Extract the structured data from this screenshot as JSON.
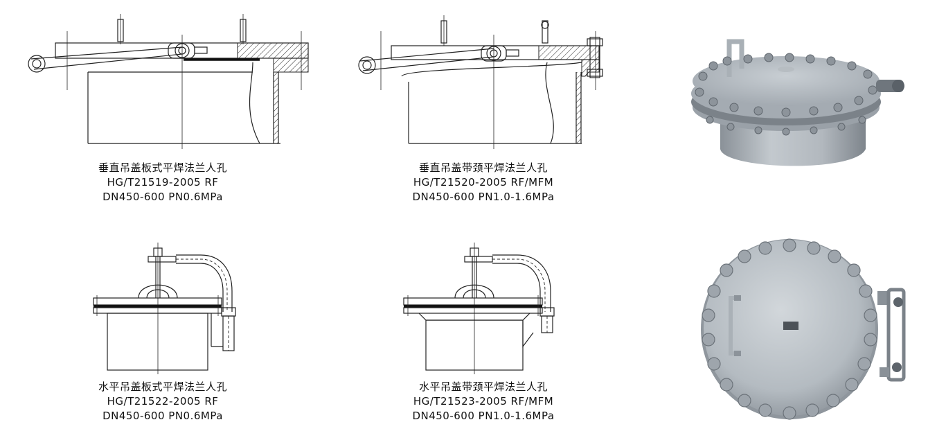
{
  "figures": [
    {
      "id": "vertical-plate",
      "lines": [
        "垂直吊盖板式平焊法兰人孔",
        "HG/T21519-2005  RF",
        "DN450-600 PN0.6MPa"
      ]
    },
    {
      "id": "vertical-neck",
      "lines": [
        "垂直吊盖带颈平焊法兰人孔",
        "HG/T21520-2005  RF/MFM",
        "DN450-600 PN1.0-1.6MPa"
      ]
    },
    {
      "id": "horizontal-plate",
      "lines": [
        "水平吊盖板式平焊法兰人孔",
        "HG/T21522-2005  RF",
        "DN450-600 PN0.6MPa"
      ]
    },
    {
      "id": "horizontal-neck",
      "lines": [
        "水平吊盖带颈平焊法兰人孔",
        "HG/T21523-2005  RF/MFM",
        "DN450-600 PN1.0-1.6MPa"
      ]
    }
  ],
  "colors": {
    "line": "#222222",
    "metal_light": "#c9cfd4",
    "metal_mid": "#a7aeb5",
    "metal_dark": "#7e858c"
  }
}
